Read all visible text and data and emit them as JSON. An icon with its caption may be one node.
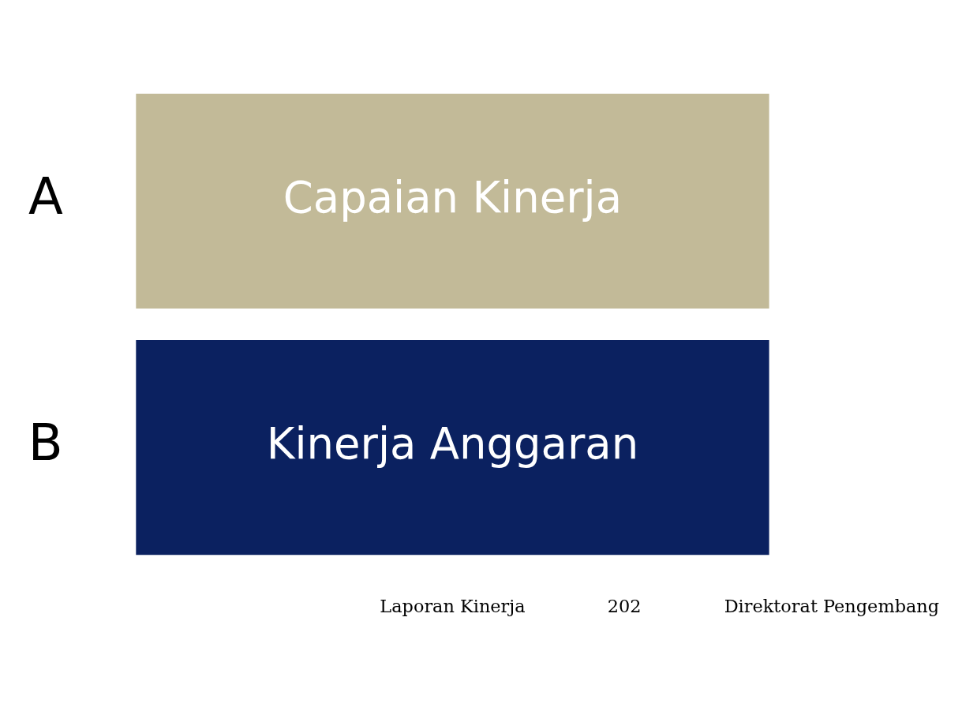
{
  "diagram": {
    "nodes": [
      {
        "text": [
          "Capaian Kinerja"
        ],
        "beside": [
          "A"
        ]
      },
      {
        "text": [
          "Kinerja Anggaran"
        ],
        "beside": [
          "B"
        ]
      }
    ],
    "labels": [
      "Laporan Kinerja",
      "202",
      "Direktorat Pengembang"
    ]
  }
}
